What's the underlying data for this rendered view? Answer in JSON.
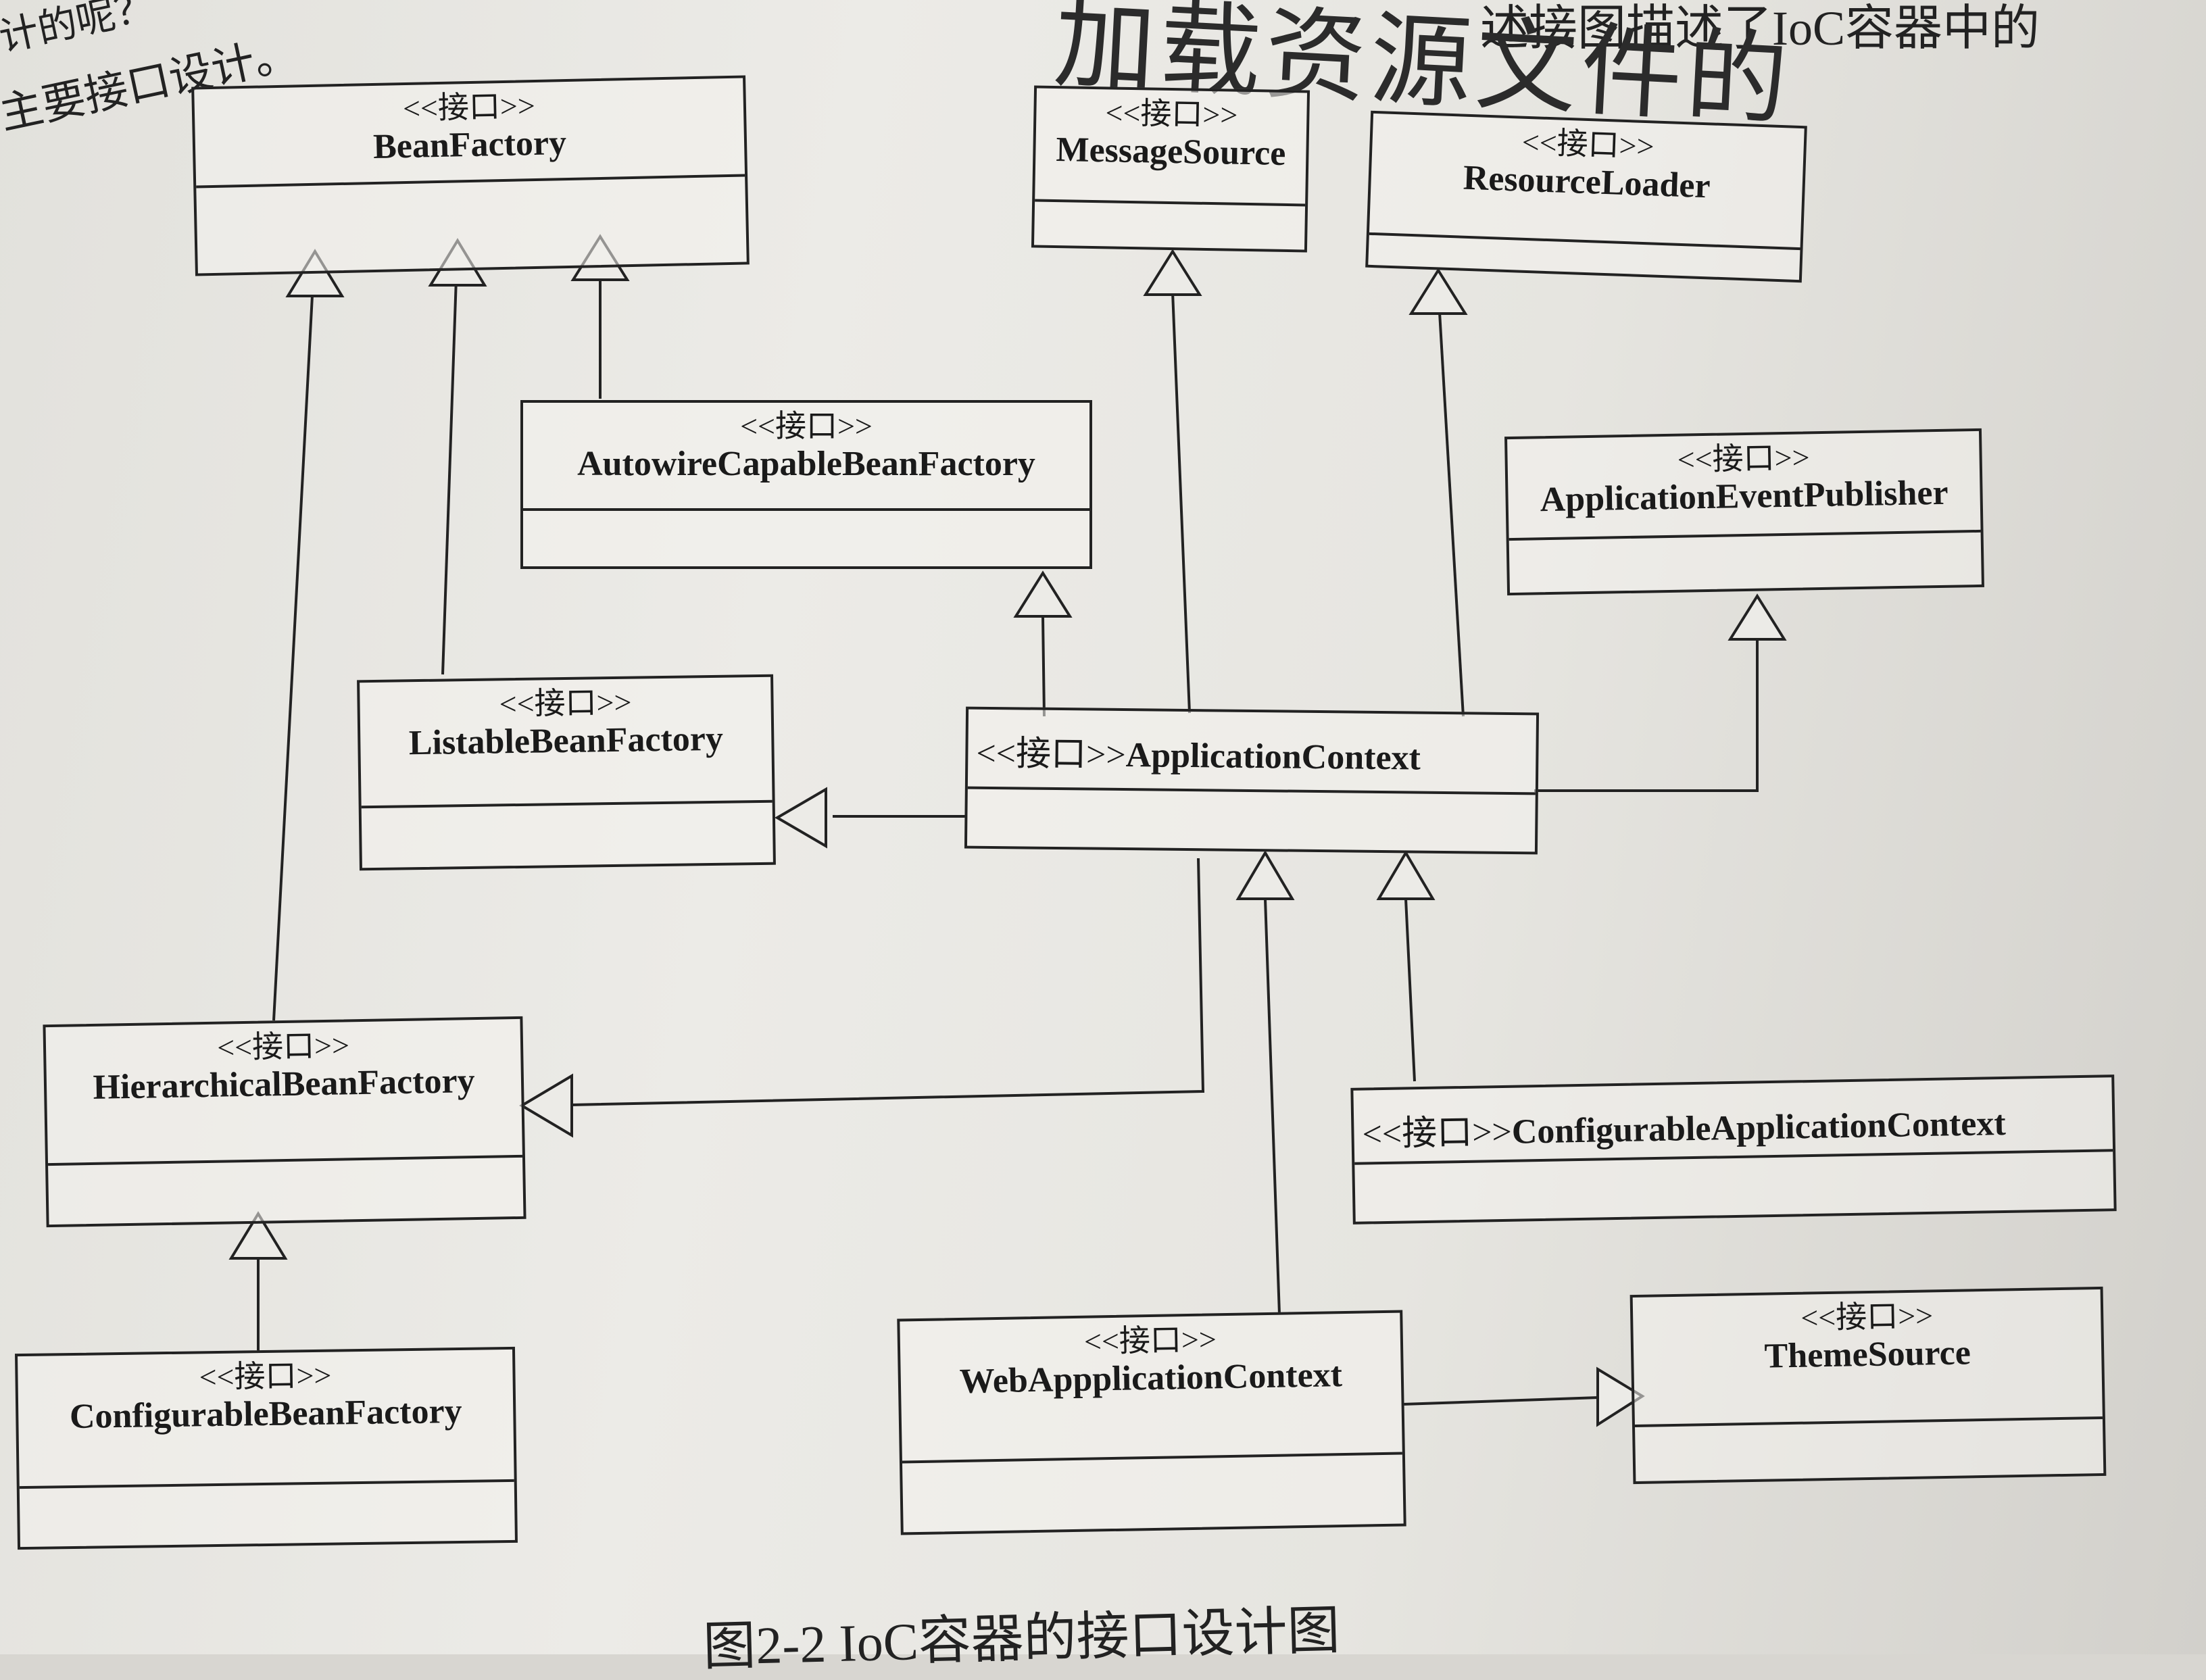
{
  "header_text": {
    "line1": "计的呢？",
    "line2": "主要接口设计。",
    "right": "述接图描述了IoC容器中的"
  },
  "handwritten_note": "加载资源文件的",
  "caption": "图2-2  IoC容器的接口设计图",
  "stereotype": "<<接口>>",
  "interfaces": {
    "BeanFactory": "BeanFactory",
    "MessageSource": "MessageSource",
    "ResourceLoader": "ResourceLoader",
    "AutowireCapableBeanFactory": "AutowireCapableBeanFactory",
    "ApplicationEventPublisher": "ApplicationEventPublisher",
    "ListableBeanFactory": "ListableBeanFactory",
    "ApplicationContext": "ApplicationContext",
    "HierarchicalBeanFactory": "HierarchicalBeanFactory",
    "ConfigurableApplicationContext": "ConfigurableApplicationContext",
    "ConfigurableBeanFactory": "ConfigurableBeanFactory",
    "WebApplicationContext": "WebAppplicationContext",
    "ThemeSource": "ThemeSource"
  },
  "relations": [
    {
      "from": "HierarchicalBeanFactory",
      "to": "BeanFactory",
      "type": "extends"
    },
    {
      "from": "ListableBeanFactory",
      "to": "BeanFactory",
      "type": "extends"
    },
    {
      "from": "AutowireCapableBeanFactory",
      "to": "BeanFactory",
      "type": "extends"
    },
    {
      "from": "ApplicationContext",
      "to": "MessageSource",
      "type": "extends"
    },
    {
      "from": "ApplicationContext",
      "to": "ResourceLoader",
      "type": "extends"
    },
    {
      "from": "ApplicationContext",
      "to": "ApplicationEventPublisher",
      "type": "extends"
    },
    {
      "from": "ApplicationContext",
      "to": "AutowireCapableBeanFactory",
      "type": "extends"
    },
    {
      "from": "ApplicationContext",
      "to": "ListableBeanFactory",
      "type": "extends"
    },
    {
      "from": "ApplicationContext",
      "to": "HierarchicalBeanFactory",
      "type": "extends"
    },
    {
      "from": "ConfigurableApplicationContext",
      "to": "ApplicationContext",
      "type": "extends"
    },
    {
      "from": "WebApplicationContext",
      "to": "ApplicationContext",
      "type": "extends"
    },
    {
      "from": "WebApplicationContext",
      "to": "ThemeSource",
      "type": "extends"
    },
    {
      "from": "ConfigurableBeanFactory",
      "to": "HierarchicalBeanFactory",
      "type": "extends"
    }
  ]
}
